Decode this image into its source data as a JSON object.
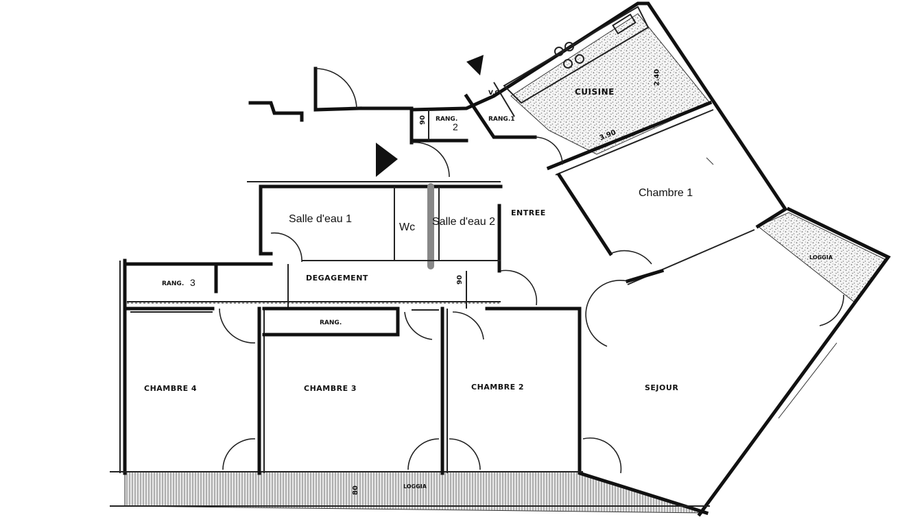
{
  "labels": {
    "cuisine": "CUISINE",
    "chambre_1": "Chambre 1",
    "vo": "V.O.",
    "rang_1": "RANG.1",
    "rang_2": "RANG.",
    "rang_2_num": "2",
    "salle_eau_1": "Salle d'eau 1",
    "wc": "Wc",
    "salle_eau_2": "Salle d'eau 2",
    "entree": "ENTREE",
    "loggia_right": "LOGGIA",
    "rang_3": "RANG.",
    "rang_3_num": "3",
    "degagement": "DEGAGEMENT",
    "rang_center": "RANG.",
    "chambre_4": "CHAMBRE 4",
    "chambre_3": "CHAMBRE 3",
    "chambre_2": "CHAMBRE 2",
    "sejour": "SEJOUR",
    "loggia_bottom": "LOGGIA"
  },
  "dimensions": {
    "dim_90_top": "90",
    "dim_90_mid": "90",
    "dim_80_bottom": "80",
    "dim_390": "3.90",
    "dim_240": "2.40"
  }
}
